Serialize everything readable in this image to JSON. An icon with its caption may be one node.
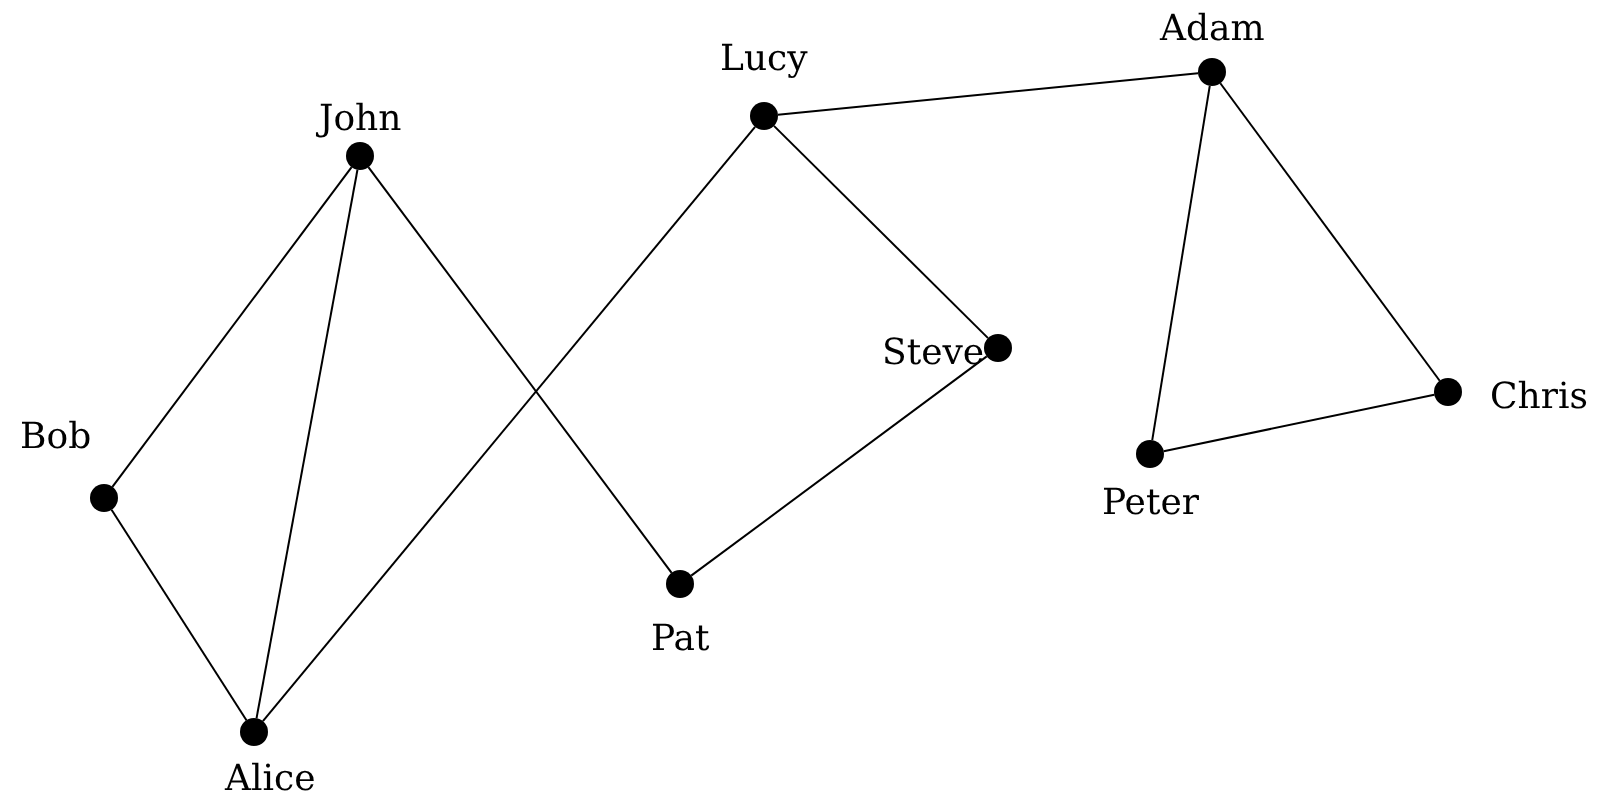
{
  "diagram": {
    "nodes": [
      {
        "text": [],
        "shape": "circle",
        "beside": [
          "John"
        ]
      },
      {
        "text": [],
        "shape": "circle",
        "beside": [
          "Bob"
        ]
      },
      {
        "text": [],
        "shape": "circle",
        "beside": [
          "Alice"
        ]
      },
      {
        "text": [],
        "shape": "circle",
        "beside": [
          "Lucy"
        ]
      },
      {
        "text": [],
        "shape": "circle",
        "beside": [
          "Steve"
        ]
      },
      {
        "text": [],
        "shape": "circle",
        "beside": [
          "Pat"
        ]
      },
      {
        "text": [],
        "shape": "circle",
        "beside": [
          "Adam"
        ]
      },
      {
        "text": [],
        "shape": "circle",
        "beside": [
          "Peter"
        ]
      },
      {
        "text": [],
        "shape": "circle",
        "beside": [
          "Chris"
        ]
      }
    ],
    "edges": [
      {
        "from": 0,
        "to": 1,
        "arrow": "none"
      },
      {
        "from": 0,
        "to": 2,
        "arrow": "none"
      },
      {
        "from": 0,
        "to": 5,
        "arrow": "none"
      },
      {
        "from": 1,
        "to": 2,
        "arrow": "none"
      },
      {
        "from": 2,
        "to": 3,
        "arrow": "none"
      },
      {
        "from": 3,
        "to": 4,
        "arrow": "none"
      },
      {
        "from": 3,
        "to": 6,
        "arrow": "none"
      },
      {
        "from": 4,
        "to": 5,
        "arrow": "none"
      },
      {
        "from": 6,
        "to": 7,
        "arrow": "none"
      },
      {
        "from": 6,
        "to": 8,
        "arrow": "none"
      },
      {
        "from": 7,
        "to": 8,
        "arrow": "none"
      }
    ]
  }
}
